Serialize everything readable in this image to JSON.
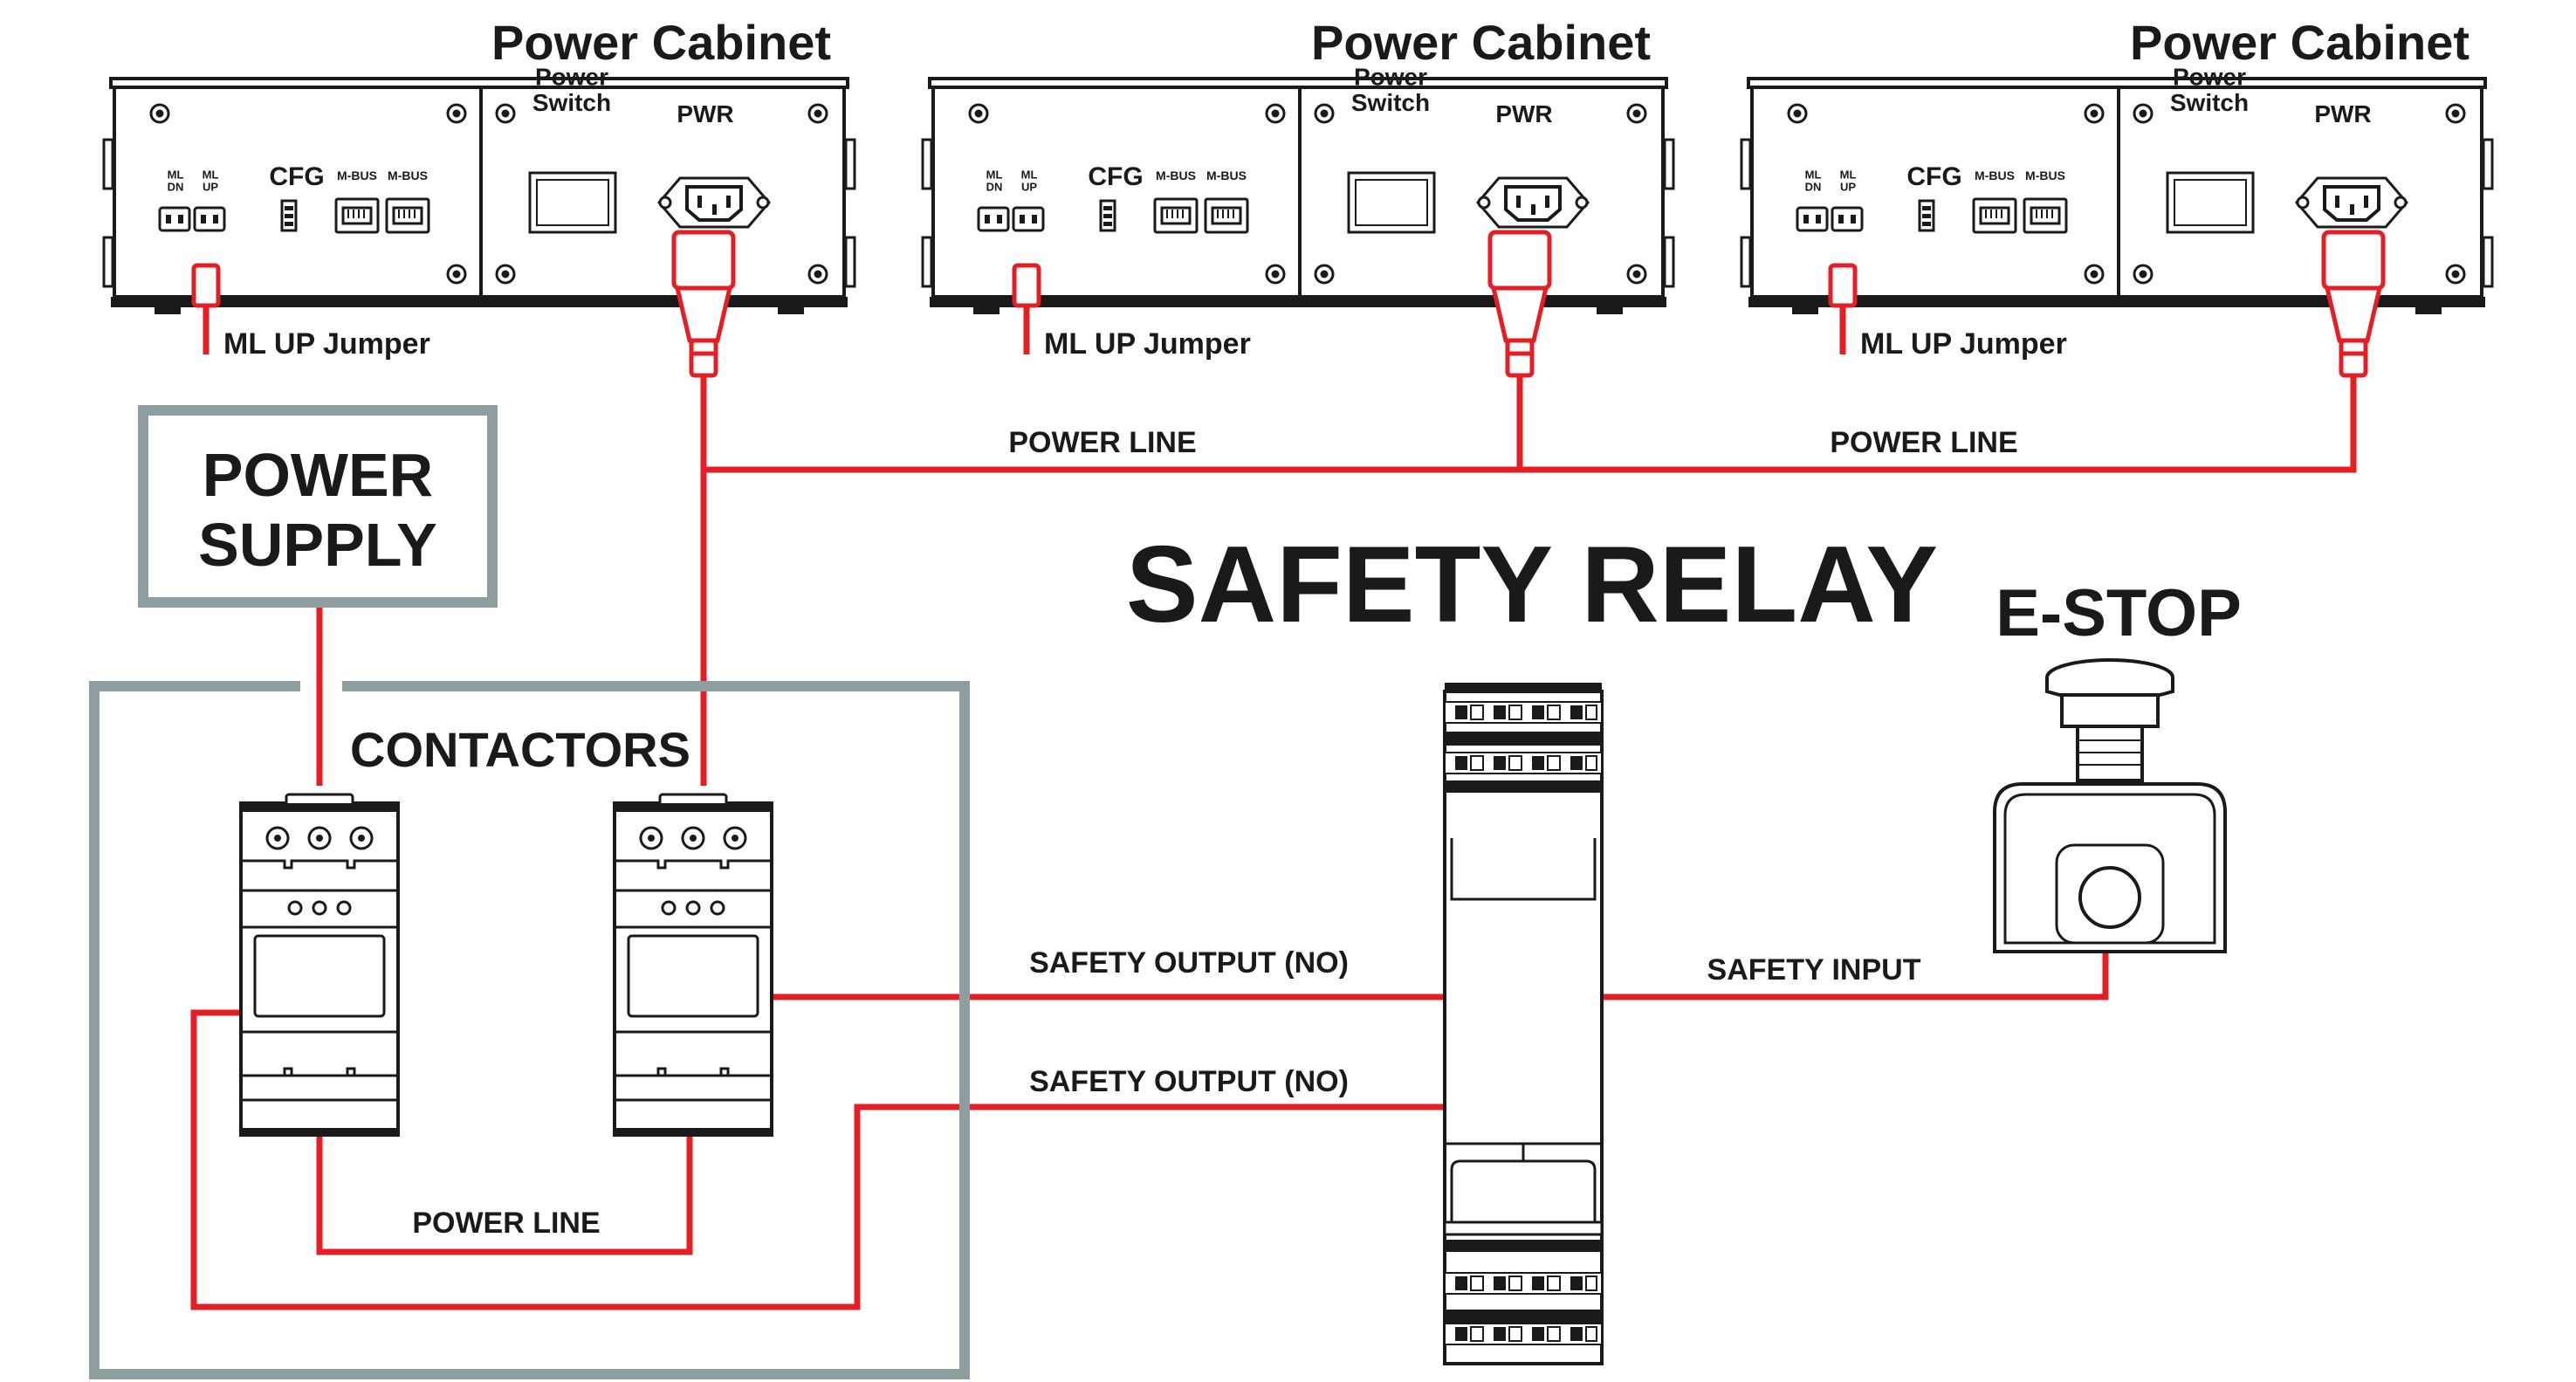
{
  "colors": {
    "wire": "#e31e24",
    "frame": "#8e9ea0",
    "ink": "#1a1a1a",
    "paper": "#ffffff"
  },
  "cabinets": [
    {
      "title": "Power Cabinet",
      "switch_label": "Power Switch",
      "pwr_label": "PWR",
      "cfg_label": "CFG",
      "mbus_labels": [
        "M-BUS",
        "M-BUS"
      ],
      "ml_labels": [
        "ML DN",
        "ML UP"
      ],
      "jumper_label": "ML UP Jumper"
    },
    {
      "title": "Power Cabinet",
      "switch_label": "Power Switch",
      "pwr_label": "PWR",
      "cfg_label": "CFG",
      "mbus_labels": [
        "M-BUS",
        "M-BUS"
      ],
      "ml_labels": [
        "ML DN",
        "ML UP"
      ],
      "jumper_label": "ML UP Jumper"
    },
    {
      "title": "Power Cabinet",
      "switch_label": "Power Switch",
      "pwr_label": "PWR",
      "cfg_label": "CFG",
      "mbus_labels": [
        "M-BUS",
        "M-BUS"
      ],
      "ml_labels": [
        "ML DN",
        "ML UP"
      ],
      "jumper_label": "ML UP Jumper"
    }
  ],
  "power_supply": {
    "label_line1": "POWER",
    "label_line2": "SUPPLY"
  },
  "contactors": {
    "label": "CONTACTORS"
  },
  "safety_relay": {
    "label": "SAFETY RELAY"
  },
  "estop": {
    "label": "E-STOP",
    "icon": "emergency-stop-button-icon"
  },
  "wires": {
    "power_line_1": "POWER LINE",
    "power_line_2": "POWER LINE",
    "power_line_bottom": "POWER LINE",
    "safety_output_1": "SAFETY OUTPUT (NO)",
    "safety_output_2": "SAFETY OUTPUT (NO)",
    "safety_input": "SAFETY INPUT"
  }
}
